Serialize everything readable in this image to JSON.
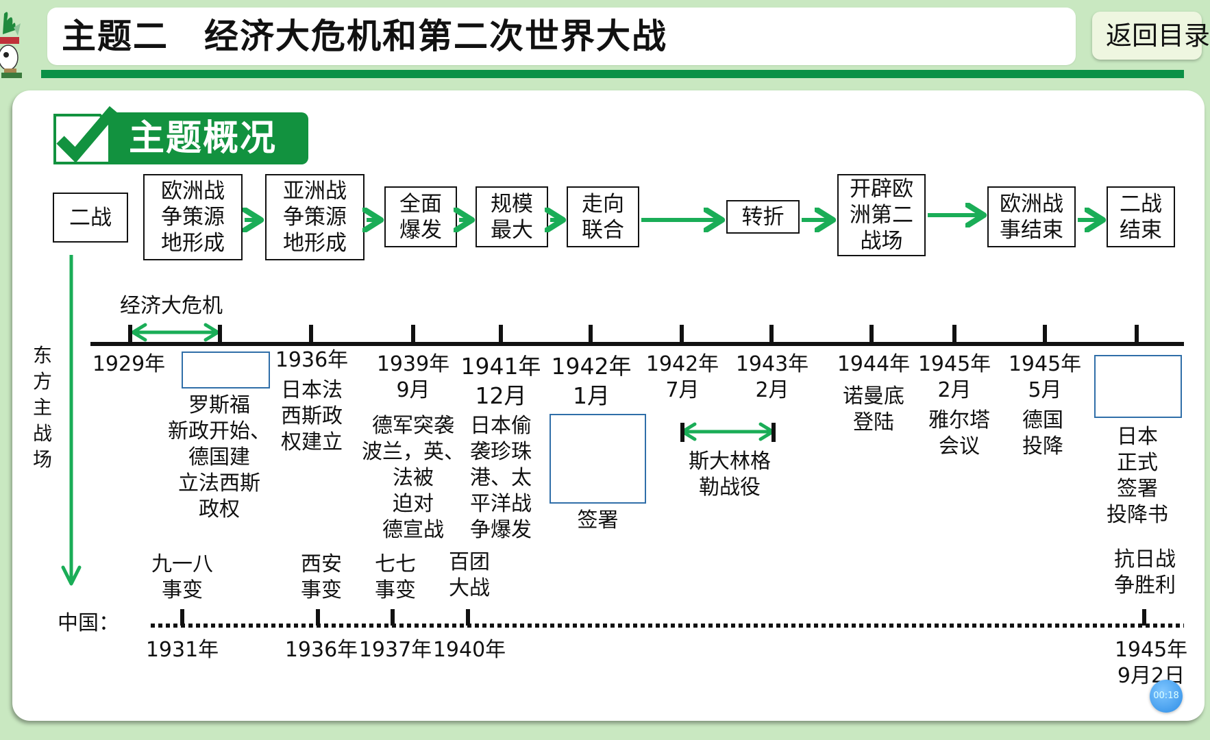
{
  "header": {
    "title": "主题二　经济大危机和第二次世界大战",
    "back_button": "返回目录"
  },
  "section": {
    "badge_label": "主题概况"
  },
  "flow": {
    "boxes": [
      {
        "label": "二战"
      },
      {
        "label": "欧洲战\n争策源\n地形成"
      },
      {
        "label": "亚洲战\n争策源\n地形成"
      },
      {
        "label": "全面\n爆发"
      },
      {
        "label": "规模\n最大"
      },
      {
        "label": "走向\n联合"
      },
      {
        "label": "转折"
      },
      {
        "label": "开辟欧\n洲第二\n战场"
      },
      {
        "label": "欧洲战\n事结束"
      },
      {
        "label": "二战\n结束"
      }
    ]
  },
  "eastern": {
    "side_label": "东\n方\n主\n战\n场",
    "crisis_label": "经济大危机",
    "events": [
      {
        "date": "1929年",
        "desc": ""
      },
      {
        "date": "",
        "desc": "罗斯福\n新政开始、\n德国建\n立法西斯\n政权",
        "blank": true
      },
      {
        "date": "1936年",
        "desc": "日本法\n西斯政\n权建立"
      },
      {
        "date": "1939年\n9月",
        "desc": "德军突袭\n波兰，英、\n法被\n迫对\n德宣战"
      },
      {
        "date": "1941年\n12月",
        "desc": "日本偷\n袭珍珠\n港、太\n平洋战\n争爆发"
      },
      {
        "date": "1942年\n1月",
        "desc": "签署",
        "blank": true
      },
      {
        "date": "1942年\n7月",
        "desc": ""
      },
      {
        "date": "1943年\n2月",
        "desc": ""
      },
      {
        "date": "1944年",
        "desc": "诺曼底\n登陆"
      },
      {
        "date": "1945年\n2月",
        "desc": "雅尔塔\n会议"
      },
      {
        "date": "1945年\n5月",
        "desc": "德国\n投降"
      },
      {
        "date": "",
        "desc": "日本\n正式\n签署\n投降书",
        "blank": true
      }
    ],
    "battle_label": "斯大林格\n勒战役"
  },
  "china": {
    "row_label": "中国：",
    "events": [
      {
        "label": "九一八\n事变",
        "date": "1931年"
      },
      {
        "label": "西安\n事变",
        "date": "1936年"
      },
      {
        "label": "七七\n事变",
        "date": "1937年"
      },
      {
        "label": "百团\n大战",
        "date": "1940年"
      },
      {
        "label": "抗日战\n争胜利",
        "date": "1945年\n9月2日"
      }
    ]
  },
  "overlay": {
    "timer": "00:18"
  },
  "colors": {
    "background": "#c9e8c1",
    "accent_green": "#0a9146",
    "arrow_green": "#1aad57",
    "blank_box_border": "#2f6ea8"
  }
}
